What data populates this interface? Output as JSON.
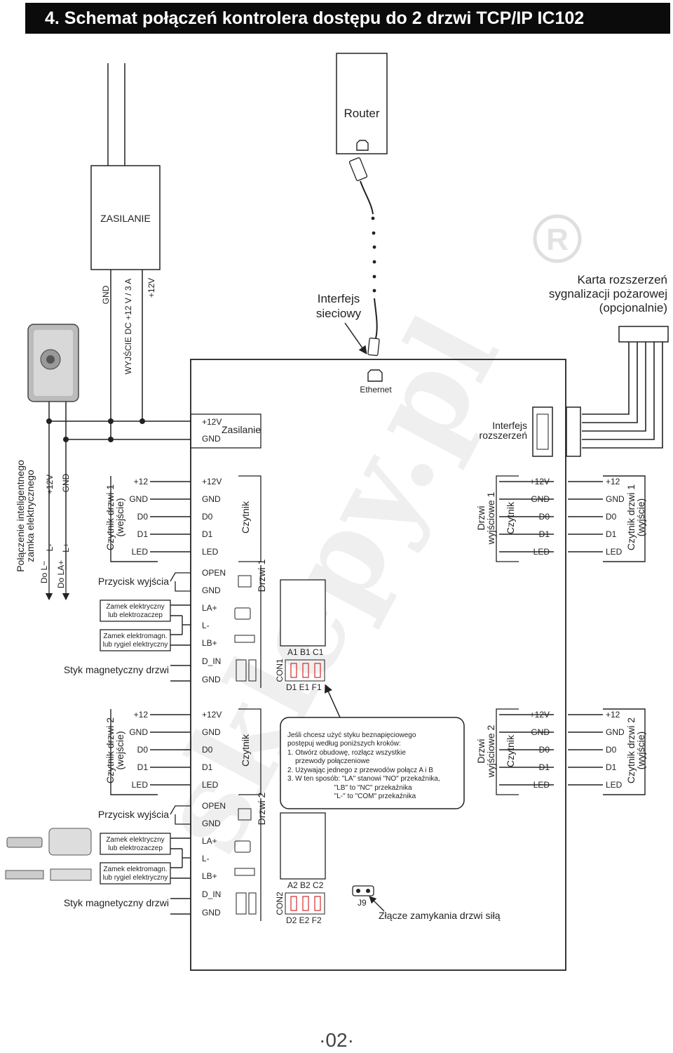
{
  "title": "4. Schemat połączeń kontrolera dostępu do 2 drzwi TCP/IP IC102",
  "watermark": "sklepy.pl",
  "router": "Router",
  "power_supply": {
    "label": "ZASILANIE",
    "gnd": "GND",
    "output": "WYJŚCIE DC +12 V / 3 A",
    "plus12": "+12V"
  },
  "network": {
    "interface": [
      "Interfejs",
      "sieciowy"
    ],
    "ethernet": "Ethernet"
  },
  "fire_card": [
    "Karta rozszerzeń",
    "sygnalizacji pożarowej",
    "(opcjonalnie)"
  ],
  "controller": {
    "power": {
      "plus12": "+12V",
      "gnd": "GND",
      "label": "Zasilanie"
    },
    "expansion": [
      "Interfejs",
      "rozszerzeń"
    ]
  },
  "smart_lock": {
    "title": [
      "Połączenie inteligentnego",
      "zamka elektrycznego"
    ],
    "plus12": "+12V",
    "gnd": "GND",
    "l_minus": "L-",
    "l_plus": "L+",
    "do_l": "Do L−",
    "do_la": "Do LA+"
  },
  "door1": {
    "reader_in": [
      "Czytnik drzwi 1",
      "(wejście)"
    ],
    "reader_in_pins": [
      "+12",
      "GND",
      "D0",
      "D1",
      "LED"
    ],
    "ctrl_reader_pins": [
      "+12V",
      "GND",
      "D0",
      "D1",
      "LED"
    ],
    "reader_word": "Czytnik",
    "exit_button": "Przycisk wyjścia",
    "ctrl_btn_pins": [
      "OPEN",
      "GND"
    ],
    "lock1": [
      "Zamek elektryczny",
      "lub elektrozaczep"
    ],
    "lock2": [
      "Zamek elektromagn.",
      "lub rygiel elektryczny"
    ],
    "ctrl_lock_pins": [
      "LA+",
      "L-",
      "LB+"
    ],
    "mag": "Styk magnetyczny drzwi",
    "ctrl_mag_pins": [
      "D_IN",
      "GND"
    ],
    "door_label": "Drzwi 1",
    "con": "CON1",
    "relay_top": "A1  B1  C1",
    "relay_bot": "D1  E1  F1",
    "exit_reader": [
      "Drzwi",
      "wyjściowe 1"
    ],
    "exit_ctrl_pins": [
      "+12V",
      "GND",
      "D0",
      "D1",
      "LED"
    ],
    "reader_out_pins": [
      "+12",
      "GND",
      "D0",
      "D1",
      "LED"
    ],
    "reader_out": [
      "Czytnik drzwi 1",
      "(wyjście)"
    ]
  },
  "door2": {
    "reader_in": [
      "Czytnik drzwi 2",
      "(wejście)"
    ],
    "reader_in_pins": [
      "+12",
      "GND",
      "D0",
      "D1",
      "LED"
    ],
    "ctrl_reader_pins": [
      "+12V",
      "GND",
      "D0",
      "D1",
      "LED"
    ],
    "reader_word": "Czytnik",
    "exit_button": "Przycisk wyjścia",
    "ctrl_btn_pins": [
      "OPEN",
      "GND"
    ],
    "lock1": [
      "Zamek elektryczny",
      "lub elektrozaczep"
    ],
    "lock2": [
      "Zamek elektromagn.",
      "lub rygiel elektryczny"
    ],
    "ctrl_lock_pins": [
      "LA+",
      "L-",
      "LB+"
    ],
    "mag": "Styk magnetyczny drzwi",
    "ctrl_mag_pins": [
      "D_IN",
      "GND"
    ],
    "door_label": "Drzwi 2",
    "con": "CON2",
    "relay_top": "A2  B2  C2",
    "relay_bot": "D2  E2  F2",
    "exit_reader": [
      "Drzwi",
      "wyjściowe 2"
    ],
    "exit_ctrl_pins": [
      "+12V",
      "GND",
      "D0",
      "D1",
      "LED"
    ],
    "reader_out_pins": [
      "+12",
      "GND",
      "D0",
      "D1",
      "LED"
    ],
    "reader_out": [
      "Czytnik drzwi 2",
      "(wyjście)"
    ]
  },
  "note": [
    "Jeśli chcesz użyć styku beznapięciowego",
    "postępuj według poniższych kroków:",
    "1. Otwórz obudowę, rozłącz wszystkie",
    "    przewody połączeniowe",
    "2. Używając jednego z przewodów połącz A i B",
    "3. W ten sposób: \"LA\" stanowi \"NO\" przekaźnika,",
    "                        \"LB\" to \"NC\" przekaźnika",
    "                        \"L-\" to \"COM\" przekaźnika"
  ],
  "j9": "J9",
  "force_lock": "Złącze zamykania drzwi siłą",
  "page": "·02·"
}
